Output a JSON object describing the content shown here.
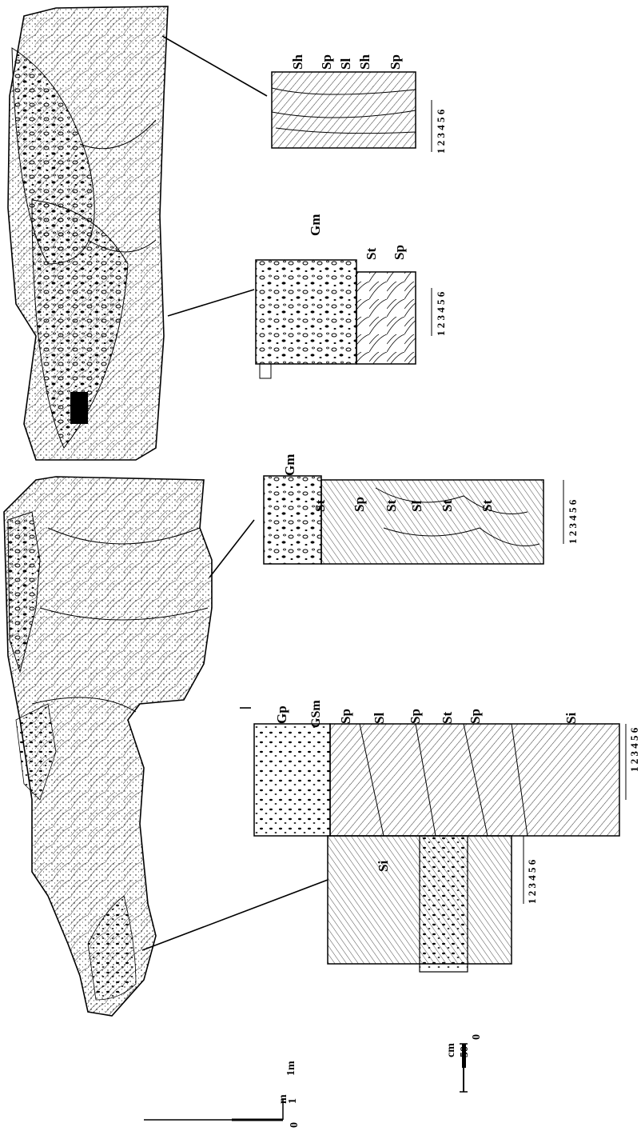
{
  "panels": [
    {
      "id": "p1",
      "labels": [
        "Sh",
        "Sp",
        "Sl",
        "Sh",
        "Sp"
      ],
      "scale": "1 2 3 4 5 6"
    },
    {
      "id": "p2",
      "labels": [
        "Gm",
        "St",
        "Sp"
      ],
      "scale": "1 2 3 4 5 6"
    },
    {
      "id": "p3",
      "labels": [
        "Gm",
        "St",
        "Sp",
        "St",
        "Sl",
        "St",
        "St"
      ],
      "scale": "1 2 3 4 5 6"
    },
    {
      "id": "p4",
      "labels": [
        "Gp",
        "GSm",
        "Sp",
        "Sl",
        "Sp",
        "St",
        "Sp",
        "Si"
      ],
      "scale": "1 2 3 4 5 6"
    },
    {
      "id": "p5",
      "labels": [
        "Si"
      ],
      "scale": "1 2 3 4 5 6"
    }
  ],
  "scales": {
    "cm_unit": "cm",
    "cm_top": "50",
    "cm_zero": "0",
    "m_unit": "m",
    "m_top": "1",
    "m_zero": "0",
    "m_right": "1m"
  },
  "colors": {
    "ink": "#000000",
    "paper": "#ffffff"
  }
}
